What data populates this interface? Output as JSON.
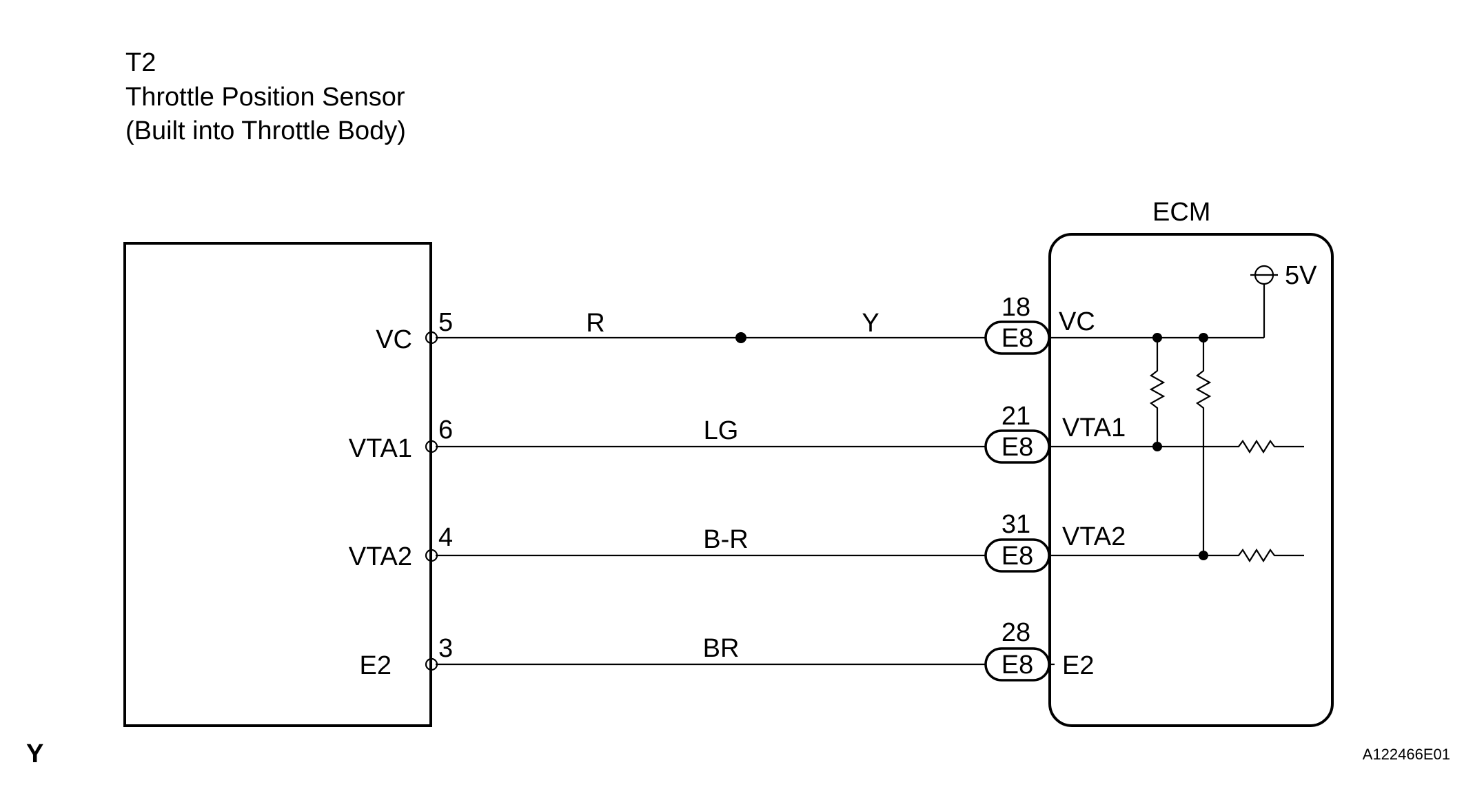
{
  "sensor": {
    "id": "T2",
    "name": "Throttle Position Sensor",
    "note": "(Built into Throttle Body)",
    "pins": [
      {
        "label": "VC",
        "number": "5"
      },
      {
        "label": "VTA1",
        "number": "6"
      },
      {
        "label": "VTA2",
        "number": "4"
      },
      {
        "label": "E2",
        "number": "3"
      }
    ]
  },
  "wires": [
    {
      "color_code": "R",
      "color_code_2": "Y"
    },
    {
      "color_code": "LG"
    },
    {
      "color_code": "B-R"
    },
    {
      "color_code": "BR"
    }
  ],
  "ecm": {
    "title": "ECM",
    "supply": "5V",
    "pins": [
      {
        "label": "VC",
        "number": "18",
        "connector": "E8"
      },
      {
        "label": "VTA1",
        "number": "21",
        "connector": "E8"
      },
      {
        "label": "VTA2",
        "number": "31",
        "connector": "E8"
      },
      {
        "label": "E2",
        "number": "28",
        "connector": "E8"
      }
    ]
  },
  "footer": {
    "corner_mark": "Y",
    "figure_code": "A122466E01"
  }
}
